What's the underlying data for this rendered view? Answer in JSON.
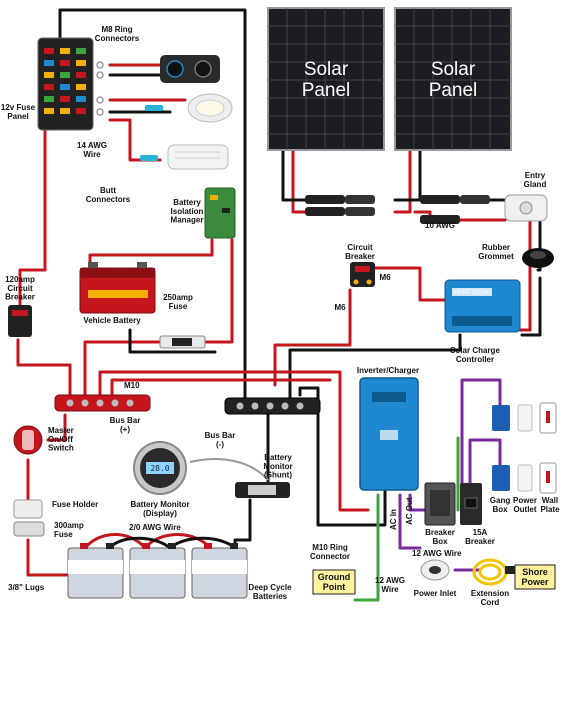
{
  "diagram": {
    "solar_panel_1": "Solar\nPanel",
    "solar_panel_2": "Solar\nPanel",
    "labels": {
      "m8_ring": "M8 Ring\nConnectors",
      "fuse_panel": "12v Fuse\nPanel",
      "awg14": "14 AWG\nWire",
      "butt_connectors": "Butt\nConnectors",
      "battery_isolation": "Battery\nIsolation\nManager",
      "entry_gland": "Entry\nGland",
      "awg10": "10 AWG",
      "circuit_breaker_top": "Circuit\nBreaker",
      "m6_a": "M6",
      "m6_b": "M6",
      "rubber_grommet": "Rubber\nGrommet",
      "breaker_120": "120amp\nCircuit\nBreaker",
      "vehicle_battery": "Vehicle Battery",
      "fuse_250": "250amp\nFuse",
      "solar_charge_controller": "Solar Charge\nController",
      "m10": "M10",
      "bus_bar_pos": "Bus Bar\n(+)",
      "inverter_charger": "Inverter/Charger",
      "master_switch": "Master\nOn/Off\nSwitch",
      "bus_bar_neg": "Bus Bar\n(-)",
      "battery_monitor_shunt": "Battery\nMonitor\n(Shunt)",
      "battery_monitor_display": "Battery Monitor\n(Display)",
      "fuse_holder": "Fuse Holder",
      "fuse_300": "300amp\nFuse",
      "awg2_0": "2/0 AWG Wire",
      "lugs": "3/8\" Lugs",
      "deep_cycle": "Deep Cycle\nBatteries",
      "m10_ring": "M10 Ring\nConnector",
      "ground_point": "Ground\nPoint",
      "awg12_wire_a": "12 AWG\nWire",
      "awg12_wire_b": "12 AWG Wire",
      "ac_in": "AC In",
      "ac_out": "AC Out",
      "breaker_box": "Breaker\nBox",
      "breaker_15a": "15A\nBreaker",
      "gang_box": "Gang\nBox",
      "power_outlet": "Power\nOutlet",
      "wall_plate": "Wall\nPlate",
      "power_inlet": "Power Inlet",
      "extension_cord": "Extension\nCord",
      "shore_power": "Shore\nPower"
    },
    "lcd_value": "28.0",
    "icon_names": [
      "fuse-panel-icon",
      "usb-socket-icon",
      "led-light-icon",
      "vent-fan-icon",
      "car-battery-icon",
      "deep-cycle-battery-icon",
      "solar-panel-icon",
      "inverter-icon",
      "charge-controller-icon",
      "power-inlet-icon",
      "extension-cord-icon",
      "outlet-icon",
      "wall-plate-icon",
      "breaker-icon",
      "switch-icon"
    ],
    "colors": {
      "positive_wire": "#c4161c",
      "negative_wire": "#111111",
      "ground_wire": "#3aa63a",
      "ac_wire": "#7a2a9c",
      "victron_blue": "#1e88d0",
      "badge_yellow": "#fff3a0",
      "panel_dark": "#1c1c22"
    }
  }
}
